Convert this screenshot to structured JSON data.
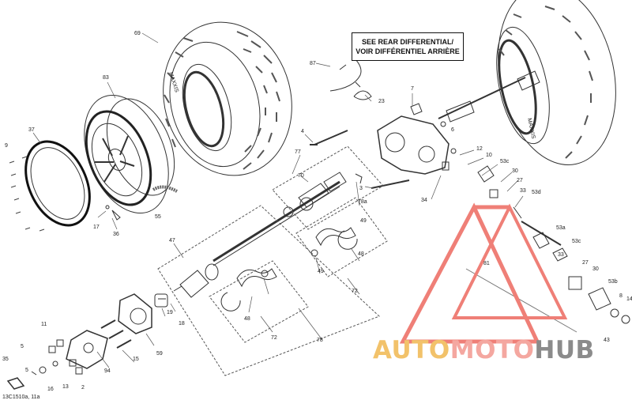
{
  "note": {
    "line1": "SEE REAR DIFFERENTIAL/",
    "line2": "VOIR DIFFÉRENTIEL ARRIÈRE"
  },
  "figure_code": "13C1510a, 11a",
  "tire_text": "MAXXIS",
  "watermark": {
    "part1": "AUTO",
    "part2": "MOTO",
    "part3": "HUB"
  },
  "colors": {
    "line": "#333333",
    "watermark_red": "#ef7f77",
    "watermark_orange": "#f2c26a",
    "watermark_gray": "#8b8b8b"
  },
  "callouts": {
    "c69": "69",
    "c83": "83",
    "c37": "37",
    "c9": "9",
    "c55": "55",
    "c17": "17",
    "c36": "36",
    "c87": "87",
    "c23": "23",
    "c7": "7",
    "c6": "6",
    "c4": "4",
    "c3": "3",
    "c34": "34",
    "c12": "12",
    "c10": "10",
    "c53c_a": "53c",
    "c30_a": "30",
    "c27_a": "27",
    "c53d": "53d",
    "c33_a": "33",
    "c77": "77",
    "c70": "70",
    "c78a": "78a",
    "c47": "47",
    "c49_a": "49",
    "c48_a": "48",
    "c49_b": "49",
    "c72_a": "72",
    "c48_b": "48",
    "c72_b": "72",
    "c78": "78",
    "c53a": "53a",
    "c53c_b": "53c",
    "c33_b": "33",
    "c81": "81",
    "c27_b": "27",
    "c30_b": "30",
    "c53b": "53b",
    "c8": "8",
    "c14": "14",
    "c43": "43",
    "c11": "11",
    "c5": "5",
    "c19": "19",
    "c18": "18",
    "c59": "59",
    "c15": "15",
    "c94": "94",
    "c35": "35",
    "c16": "16",
    "c13": "13",
    "c2": "2",
    "c5b": "5"
  }
}
